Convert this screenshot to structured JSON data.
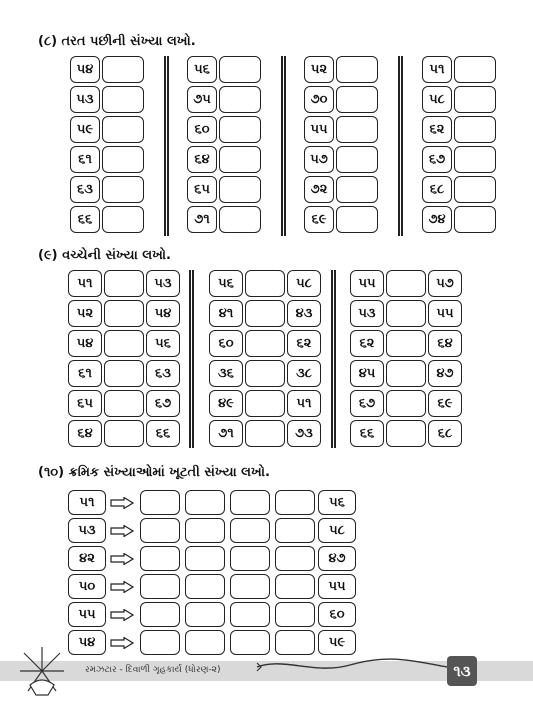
{
  "section8": {
    "title": "(૮)  તરત પછીની સંખ્યા લખો.",
    "columns": [
      [
        "૫૪",
        "૫૩",
        "૫૯",
        "૬૧",
        "૬૩",
        "૬૬"
      ],
      [
        "૫૬",
        "૭૫",
        "૬૦",
        "૬૪",
        "૬૫",
        "૭૧"
      ],
      [
        "૫૨",
        "૭૦",
        "૫૫",
        "૫૭",
        "૭૨",
        "૬૯"
      ],
      [
        "૫૧",
        "૫૮",
        "૬૨",
        "૬૭",
        "૬૮",
        "૭૪"
      ]
    ]
  },
  "section9": {
    "title": "(૯)  વચ્ચેની સંખ્યા લખો.",
    "columns": [
      [
        [
          "૫૧",
          "૫૩"
        ],
        [
          "૫૨",
          "૫૪"
        ],
        [
          "૫૪",
          "૫૬"
        ],
        [
          "૬૧",
          "૬૩"
        ],
        [
          "૬૫",
          "૬૭"
        ],
        [
          "૬૪",
          "૬૬"
        ]
      ],
      [
        [
          "૫૬",
          "૫૮"
        ],
        [
          "૪૧",
          "૪૩"
        ],
        [
          "૬૦",
          "૬૨"
        ],
        [
          "૩૬",
          "૩૮"
        ],
        [
          "૪૯",
          "૫૧"
        ],
        [
          "૭૧",
          "૭૩"
        ]
      ],
      [
        [
          "૫૫",
          "૫૭"
        ],
        [
          "૫૩",
          "૫૫"
        ],
        [
          "૬૨",
          "૬૪"
        ],
        [
          "૪૫",
          "૪૭"
        ],
        [
          "૬૭",
          "૬૯"
        ],
        [
          "૬૬",
          "૬૮"
        ]
      ]
    ]
  },
  "section10": {
    "title": "(૧૦)  ક્રમિક સંખ્યાઓમાં ખૂટતી સંખ્યા લખો.",
    "rows": [
      [
        "૫૧",
        "૫૬"
      ],
      [
        "૫૩",
        "૫૮"
      ],
      [
        "૪૨",
        "૪૭"
      ],
      [
        "૫૦",
        "૫૫"
      ],
      [
        "૫૫",
        "૬૦"
      ],
      [
        "૫૪",
        "૫૯"
      ]
    ]
  },
  "footer": {
    "text": "રમઝટાર - દિવાળી ગૃહકાર્ય (ધોરણ-૨)",
    "page_number": "૧૩"
  }
}
